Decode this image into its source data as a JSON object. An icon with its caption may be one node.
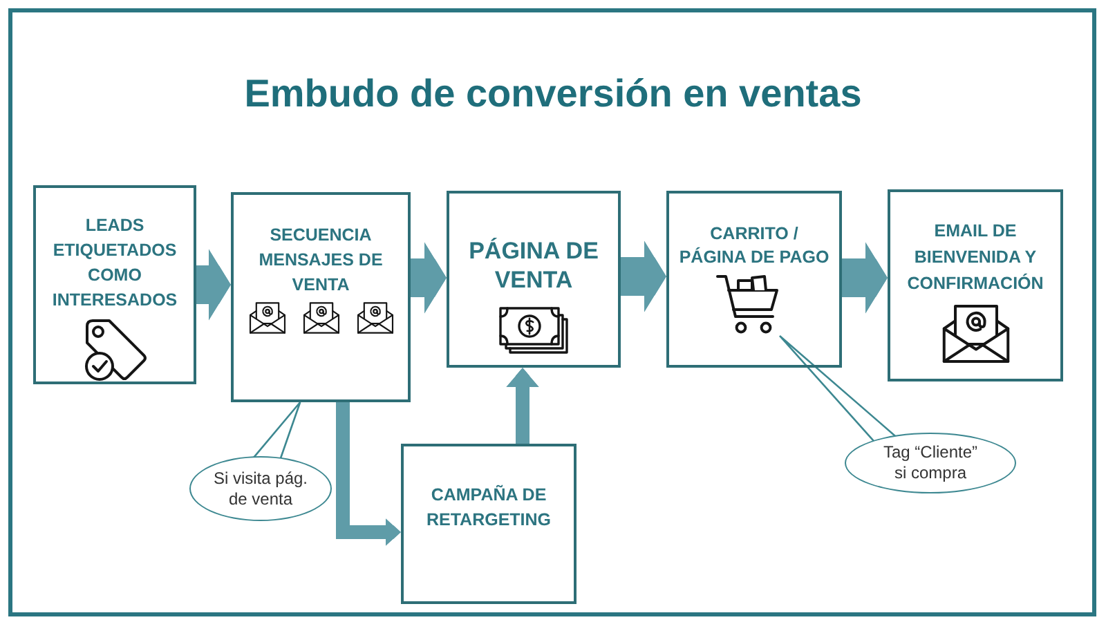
{
  "diagram": {
    "title": "Embudo de conversión en ventas",
    "nodes": [
      {
        "text": [
          "LEADS ETIQUETADOS COMO INTERESADOS"
        ]
      },
      {
        "text": [
          "SECUENCIA MENSAJES DE VENTA"
        ]
      },
      {
        "text": [
          "PÁGINA DE VENTA"
        ]
      },
      {
        "text": [
          "CARRITO / PÁGINA DE PAGO"
        ]
      },
      {
        "text": [],
        "shape": "picture",
        "in": 3
      },
      {
        "text": [
          "EMAIL DE BIENVENIDA Y CONFIRMACIÓN"
        ]
      },
      {
        "text": [
          "CAMPAÑA DE RETARGETING"
        ]
      },
      {
        "text": [
          "Si visita pág. de venta"
        ]
      },
      {
        "text": [
          "Tag “Cliente” si compra"
        ]
      }
    ],
    "edges": [
      {
        "from": 0,
        "to": 1,
        "arrow": "to",
        "style": "thick"
      },
      {
        "from": 1,
        "to": 2,
        "arrow": "to",
        "style": "thick"
      },
      {
        "from": 2,
        "to": 3,
        "arrow": "to",
        "style": "thick"
      },
      {
        "from": 3,
        "to": 5,
        "arrow": "to",
        "style": "thick"
      },
      {
        "from": 1,
        "to": 6,
        "arrow": "to"
      },
      {
        "from": 6,
        "to": 2,
        "arrow": "to"
      },
      {
        "from": 7,
        "to": 1,
        "arrow": "none"
      },
      {
        "from": 8,
        "to": 4,
        "arrow": "none"
      }
    ]
  }
}
